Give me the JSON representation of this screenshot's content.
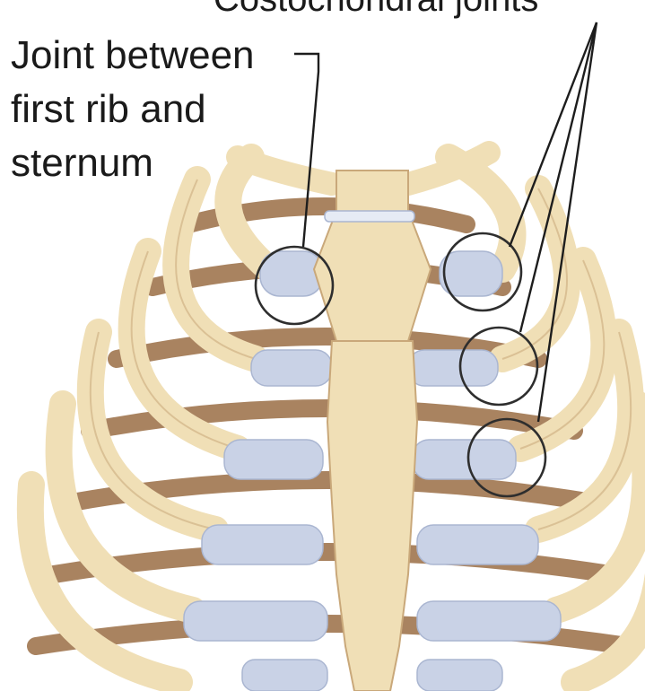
{
  "labels": {
    "joint_label": [
      "Joint between",
      "first rib and",
      "sternum"
    ],
    "top_right_label": "Costochondral joints"
  },
  "colors": {
    "bone": "#f0dfb6",
    "bone_shadow": "#b8956a",
    "posterior_rib": "#a98360",
    "cartilage": "#c9d2e6",
    "cartilage_light": "#e6ebf5",
    "background": "#ffffff",
    "leader_line": "#1d1d1d"
  }
}
